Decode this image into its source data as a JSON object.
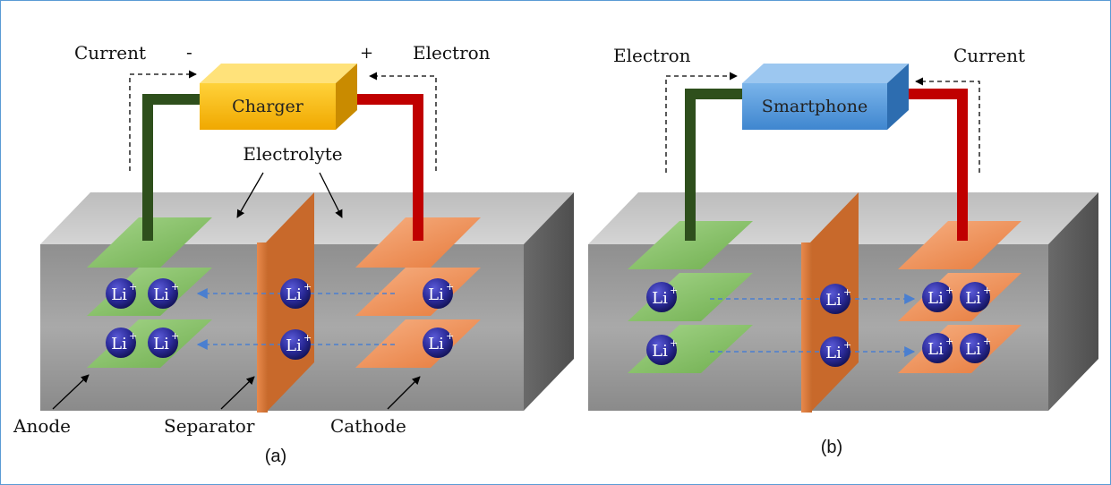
{
  "panel_a": {
    "caption": "(a)",
    "device_label": "Charger",
    "device_color": "#f2b800",
    "label_left_top": "Current",
    "label_right_top": "Electron",
    "minus_sign": "-",
    "plus_sign": "+",
    "electrolyte_label": "Electrolyte",
    "anode_label": "Anode",
    "separator_label": "Separator",
    "cathode_label": "Cathode",
    "ion_label": "Li",
    "ion_charge": "+",
    "ion_flow": "cathode-to-anode"
  },
  "panel_b": {
    "caption": "(b)",
    "device_label": "Smartphone",
    "device_color": "#4a8fd4",
    "label_left_top": "Electron",
    "label_right_top": "Current",
    "ion_label": "Li",
    "ion_charge": "+",
    "ion_flow": "anode-to-cathode"
  },
  "colors": {
    "anode_wire": "#2e4f1c",
    "cathode_wire": "#c00000",
    "anode_plate": "#8cc56a",
    "cathode_plate": "#f0965a",
    "separator": "#d9783c",
    "ion": "#2b2b8c",
    "ion_arrow": "#4a7fd0"
  }
}
